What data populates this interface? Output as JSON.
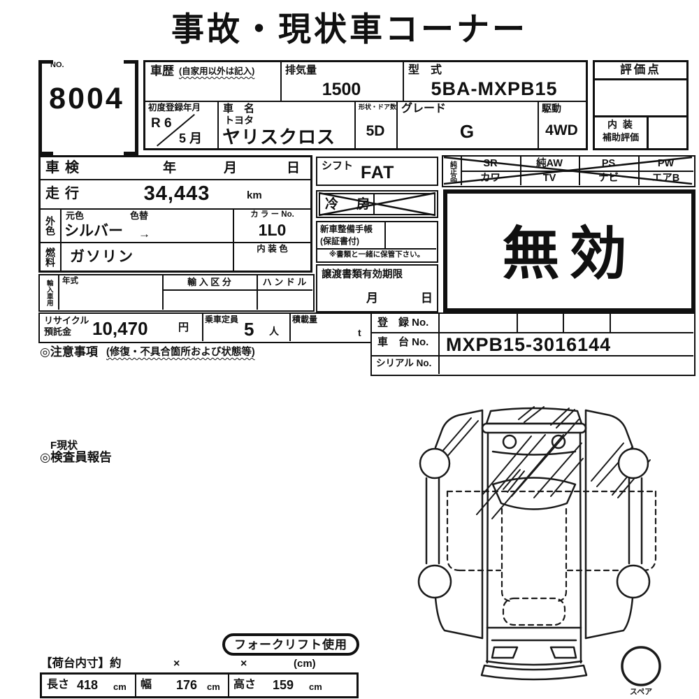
{
  "title": "事故・現状車コーナー",
  "no_box": {
    "label": "NO.",
    "value": "8004"
  },
  "header": {
    "history_label": "車歴",
    "history_note": "(自家用以外は記入)",
    "displacement_label": "排気量",
    "displacement_value": "1500",
    "model_code_label": "型　式",
    "model_code_value": "5BA-MXPB15",
    "first_reg_label": "初度登録年月",
    "first_reg_era": "R 6",
    "first_reg_month": "5 月",
    "car_name_label": "車　名",
    "maker": "トヨタ",
    "car_name": "ヤリスクロス",
    "body_doors_label": "形状・ドア数",
    "body_doors_value": "5D",
    "grade_label": "グレード",
    "grade_value": "G",
    "drive_label": "駆動",
    "drive_value": "4WD"
  },
  "score_box": {
    "title": "評価点",
    "interior_label": "内 装",
    "sub_label": "補助評価"
  },
  "inspection": {
    "label": "車検",
    "year": "年",
    "month": "月",
    "day": "日"
  },
  "mileage": {
    "label": "走行",
    "value": "34,443",
    "unit": "km"
  },
  "color": {
    "label": "外色",
    "orig_label": "元色",
    "change_label": "色替",
    "value": "シルバー",
    "arrow": "→",
    "color_no_label": "カ ラ ー No.",
    "color_no_value": "1L0"
  },
  "fuel": {
    "label": "燃料",
    "value": "ガソリン",
    "interior_color_label": "内 装 色"
  },
  "import": {
    "label": "輸入車用",
    "year_label": "年式",
    "class_label": "輸 入 区 分",
    "handle_label": "ハ ン ド ル"
  },
  "recycle": {
    "label1": "リサイクル",
    "label2": "預託金",
    "value": "10,470",
    "unit": "円",
    "capacity_label": "乗車定員",
    "capacity_value": "5",
    "capacity_unit": "人",
    "load_label": "積載量",
    "load_unit": "t"
  },
  "notes": {
    "label": "◎注意事項",
    "note": "(修復・不具合箇所および状態等)"
  },
  "shift": {
    "label": "シフト",
    "value": "FAT"
  },
  "aircon": {
    "label": "冷房",
    "crossed_out": true
  },
  "service_book": {
    "label1": "新車整備手帳",
    "label2": "(保証書付)",
    "note": "※書類と一緒に保管下さい。"
  },
  "transfer": {
    "label": "譲渡書類有効期限",
    "month": "月",
    "day": "日"
  },
  "equipment": {
    "label": "純正品",
    "crossed_out": true,
    "row1": [
      "SR",
      "純AW",
      "PS",
      "PW"
    ],
    "row2": [
      "カワ",
      "TV",
      "ナビ",
      "エアB"
    ]
  },
  "invalid_stamp": "無効",
  "registration": {
    "reg_label": "登　録 No.",
    "chassis_label": "車　台 No.",
    "chassis_value": "MXPB15-3016144",
    "serial_label": "シリアル No."
  },
  "report": {
    "line1": "F現状",
    "line2": "◎検査員報告"
  },
  "forklift": "フォークリフト使用",
  "bed_dims": {
    "label": "【荷台内寸】約",
    "x1": "×",
    "x2": "×",
    "unit_note": "(cm)",
    "length_label": "長さ",
    "length_value": "418",
    "length_unit": "cm",
    "width_label": "幅",
    "width_value": "176",
    "width_unit": "cm",
    "height_label": "高さ",
    "height_value": "159",
    "height_unit": "cm"
  },
  "diagram": {
    "spare_label": "スペア"
  }
}
